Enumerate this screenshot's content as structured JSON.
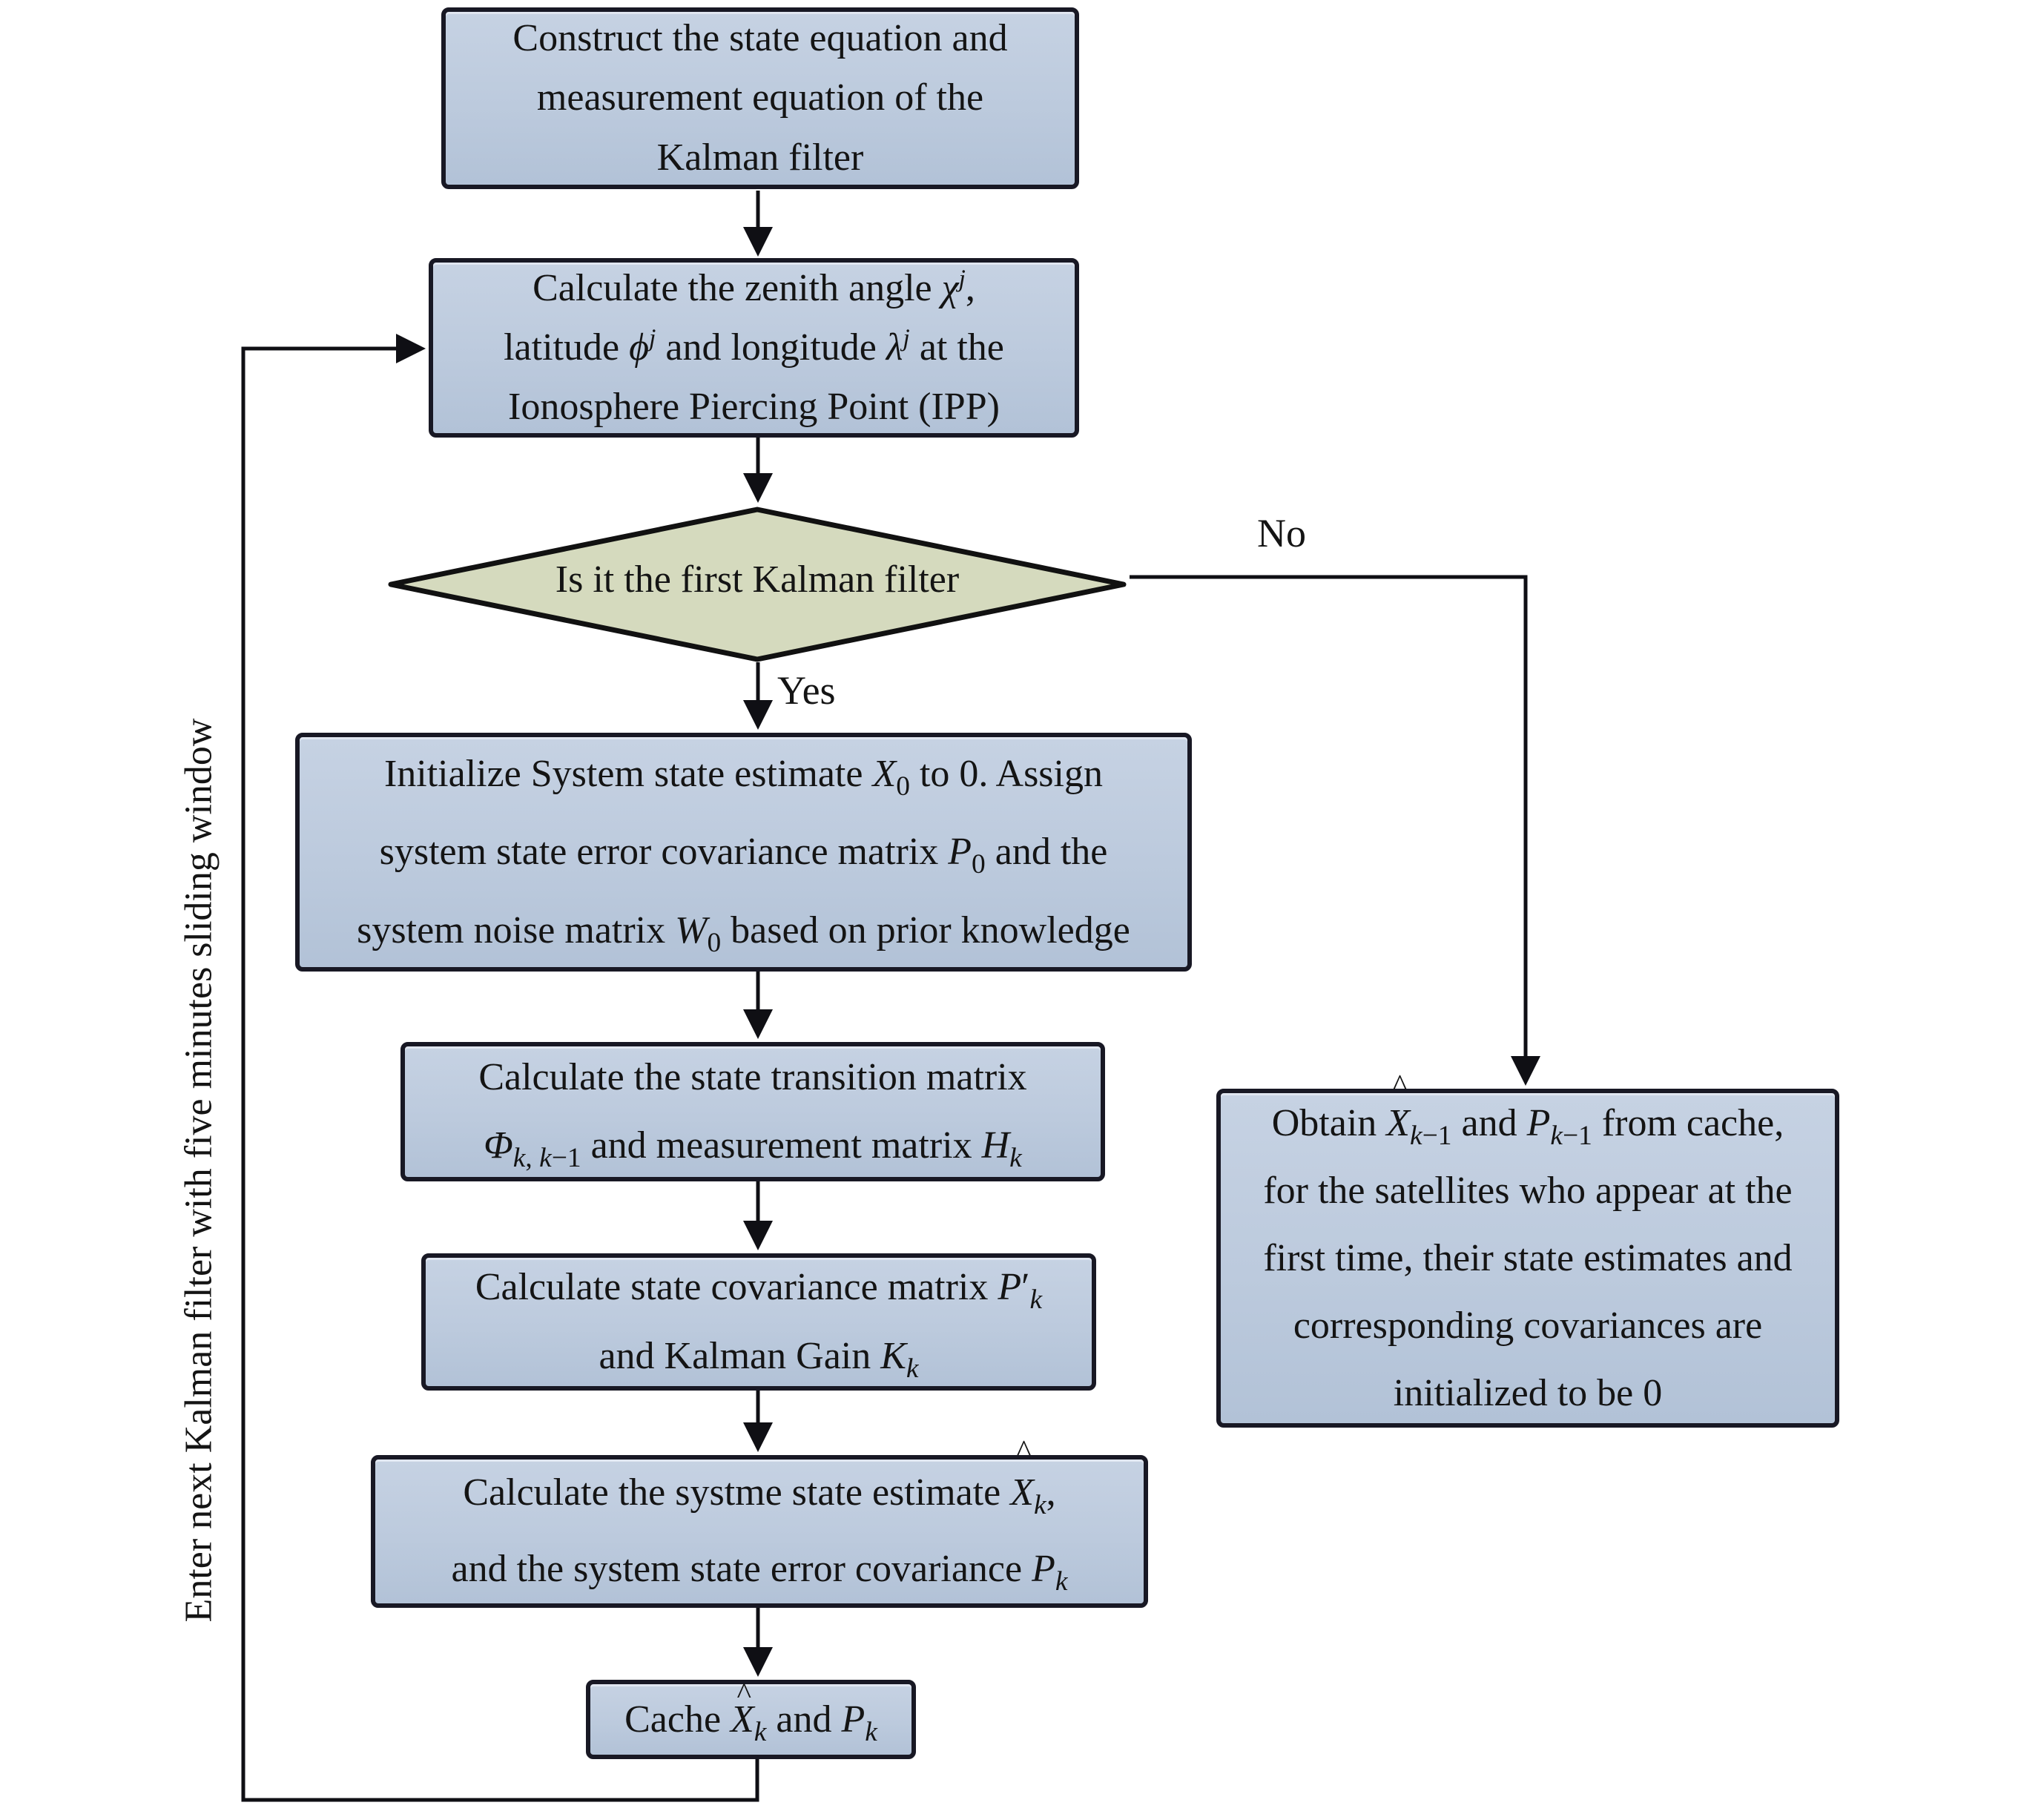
{
  "colors": {
    "process_fill": "#bccadd",
    "process_border": "#181824",
    "decision_fill": "#d5dabe",
    "decision_border": "#111111",
    "connector": "#0f0f14",
    "background": "#ffffff",
    "text": "#141414"
  },
  "labels": {
    "yes": "Yes",
    "no": "No",
    "side_note": "Enter next Kalman filter with five minutes sliding window"
  },
  "nodes": {
    "construct": {
      "type": "process",
      "html": "Construct the state equation and<br>measurement equation of the<br>Kalman filter"
    },
    "ipp": {
      "type": "process",
      "html": "Calculate the zenith angle <i>χ</i><sup><i>j</i></sup>,<br>latitude <i>ϕ</i><sup><i>j</i></sup> and longitude <i>λ</i><sup><i>j</i></sup> at the<br>Ionosphere Piercing Point (IPP)"
    },
    "decision": {
      "type": "decision",
      "html": "Is it the first Kalman filter"
    },
    "initialize": {
      "type": "process",
      "html": "Initialize System state estimate <i>X</i><sub>0</sub> to 0. Assign<br>system state error covariance matrix <i>P</i><sub>0</sub> and the<br>system noise matrix <i>W</i><sub>0</sub> based on prior knowledge"
    },
    "transition": {
      "type": "process",
      "html": "Calculate the state transition matrix<br><i>Φ</i><sub><i>k</i>, <i>k</i>−1</sub> and measurement matrix <i>H</i><sub><i>k</i></sub>"
    },
    "covariance": {
      "type": "process",
      "html": "Calculate state covariance matrix <i>P</i>′<sub><i>k</i></sub><br>and Kalman Gain <i>K</i><sub><i>k</i></sub>"
    },
    "estimate": {
      "type": "process",
      "html": "Calculate the systme state estimate <span class=\"hat\"><i>X</i><span class=\"caret\">^</span></span><sub><i>k</i></sub>,<br>and the system state error covariance <i>P</i><sub><i>k</i></sub>"
    },
    "cache": {
      "type": "process",
      "html": "Cache <span class=\"hat\"><i>X</i><span class=\"caret\">^</span></span><sub><i>k</i></sub> and <i>P</i><sub><i>k</i></sub>"
    },
    "obtain": {
      "type": "process",
      "html": "Obtain <span class=\"hat\"><i>X</i><span class=\"caret\">^</span></span><sub><i>k</i>−1</sub> and <i>P</i><sub><i>k</i>−1</sub> from cache,<br>for the satellites who appear at the<br>first time, their state estimates and<br>corresponding covariances are<br>initialized to be 0"
    }
  },
  "edges": [
    {
      "from": "construct",
      "to": "ipp",
      "label": ""
    },
    {
      "from": "ipp",
      "to": "decision",
      "label": ""
    },
    {
      "from": "decision",
      "to": "initialize",
      "label": "Yes"
    },
    {
      "from": "decision",
      "to": "obtain",
      "label": "No"
    },
    {
      "from": "initialize",
      "to": "transition",
      "label": ""
    },
    {
      "from": "transition",
      "to": "covariance",
      "label": ""
    },
    {
      "from": "covariance",
      "to": "estimate",
      "label": ""
    },
    {
      "from": "estimate",
      "to": "cache",
      "label": ""
    },
    {
      "from": "cache",
      "to": "ipp",
      "label": "Enter next Kalman filter with five minutes sliding window"
    }
  ]
}
